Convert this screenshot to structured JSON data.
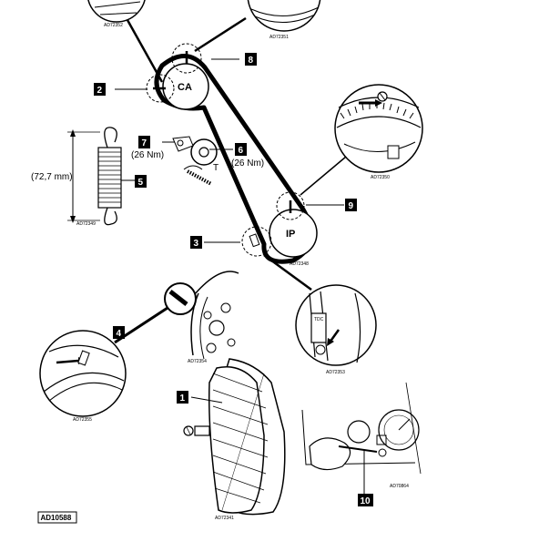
{
  "callouts": [
    {
      "n": "1"
    },
    {
      "n": "2"
    },
    {
      "n": "3"
    },
    {
      "n": "4"
    },
    {
      "n": "5"
    },
    {
      "n": "6"
    },
    {
      "n": "7"
    },
    {
      "n": "8"
    },
    {
      "n": "9"
    },
    {
      "n": "10"
    }
  ],
  "pulleys": {
    "camshaft": "CA",
    "injection_pump": "IP",
    "tensioner": "T"
  },
  "torques": {
    "bolt_7": "(26 Nm)",
    "bolt_6": "(26 Nm)"
  },
  "spring_length": "(72,7 mm)",
  "tdc_mark": "TDC",
  "image_codes": {
    "top_left": "AD72352",
    "top_center": "AD72351",
    "pump_detail": "AD72350",
    "spring": "AD72349",
    "belt_layout": "AD72348",
    "tdc_detail": "AD72353",
    "flywheel": "AD72354",
    "flywheel_detail": "AD72355",
    "clutch_disc": "AD72341",
    "dashboard": "AD70864"
  },
  "figure_ref": "AD10588"
}
